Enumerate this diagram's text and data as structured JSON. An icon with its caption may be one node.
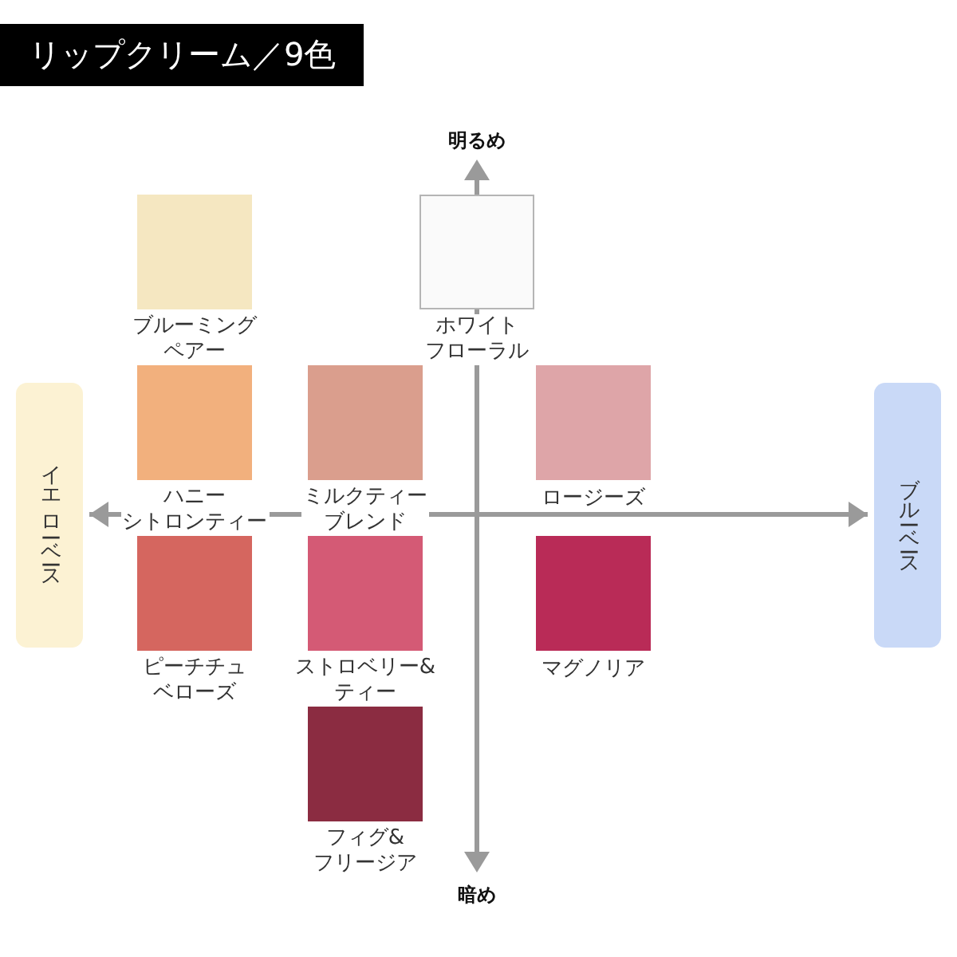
{
  "diagram": {
    "title": "リップクリーム／9色",
    "nodes": [
      {
        "text": [
          "ブルーミングペアー"
        ]
      },
      {
        "text": [
          "ホワイトフローラル"
        ]
      },
      {
        "text": [
          "イエローベース"
        ]
      },
      {
        "text": [
          "ハニーシトロンティー"
        ]
      },
      {
        "text": [
          "ミルクティーブレンド"
        ]
      },
      {
        "text": [
          "ロージーズ"
        ]
      },
      {
        "text": [
          "ブルーベース"
        ]
      },
      {
        "text": [
          "ピーチチュベローズ"
        ]
      },
      {
        "text": [
          "ストロベリー&ティー"
        ]
      },
      {
        "text": [
          "マグノリア"
        ]
      },
      {
        "text": [
          "フィグ&フリージア"
        ]
      }
    ],
    "edges": [
      {
        "from": 2,
        "to": 6,
        "arrow": "both"
      }
    ],
    "labels": [
      "明るめ",
      "暗め"
    ]
  }
}
